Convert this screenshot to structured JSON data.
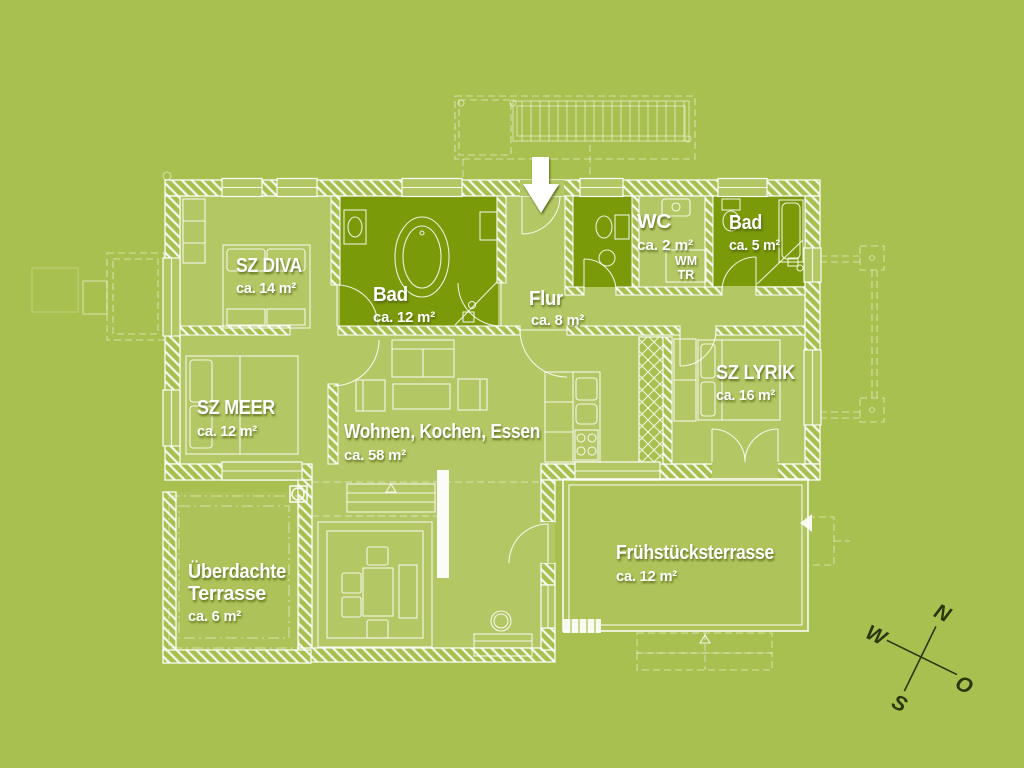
{
  "colors": {
    "background": "#a8c04f",
    "floor": "#b3c765",
    "wet_room_highlight": "#7a9a0a",
    "line": "#ffffff",
    "label_text": "#ffffff",
    "compass_text": "#2a360b"
  },
  "rooms": {
    "sz_diva": {
      "name": "SZ DIVA",
      "area": "ca. 14 m²"
    },
    "bad_gross": {
      "name": "Bad",
      "area": "ca. 12 m²"
    },
    "flur": {
      "name": "Flur",
      "area": "ca. 8 m²"
    },
    "wc": {
      "name": "WC",
      "area": "ca. 2 m²"
    },
    "hwr": {
      "line1": "WM",
      "line2": "TR"
    },
    "bad_klein": {
      "name": "Bad",
      "area": "ca. 5 m²"
    },
    "sz_meer": {
      "name": "SZ MEER",
      "area": "ca. 12 m²"
    },
    "sz_lyrik": {
      "name": "SZ LYRIK",
      "area": "ca. 16 m²"
    },
    "wohnen": {
      "name": "Wohnen, Kochen, Essen",
      "area": "ca. 58 m²"
    },
    "terrasse_ueberdacht": {
      "name_line1": "Überdachte",
      "name_line2": "Terrasse",
      "area": "ca. 6 m²"
    },
    "fruehstuecksterrasse": {
      "name": "Frühstücksterrasse",
      "area": "ca. 12 m²"
    }
  },
  "compass": {
    "north": "N",
    "west": "W",
    "east": "O",
    "south": "S"
  }
}
